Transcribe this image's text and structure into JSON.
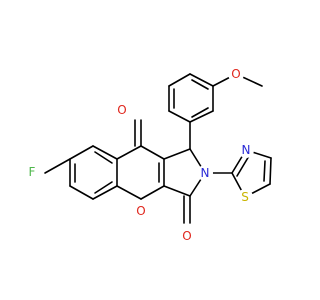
{
  "molecule": {
    "colors": {
      "bond": "#000000",
      "O": "#e0271e",
      "N": "#2a2ad6",
      "S": "#c9b400",
      "F": "#4fb84c"
    },
    "atoms": {
      "F": "F",
      "O_ketone": "O",
      "O_pyran": "O",
      "O_lactam": "O",
      "O_methoxy": "O",
      "N_pyrrole": "N",
      "N_thiazole": "N",
      "S_thiazole": "S"
    }
  }
}
